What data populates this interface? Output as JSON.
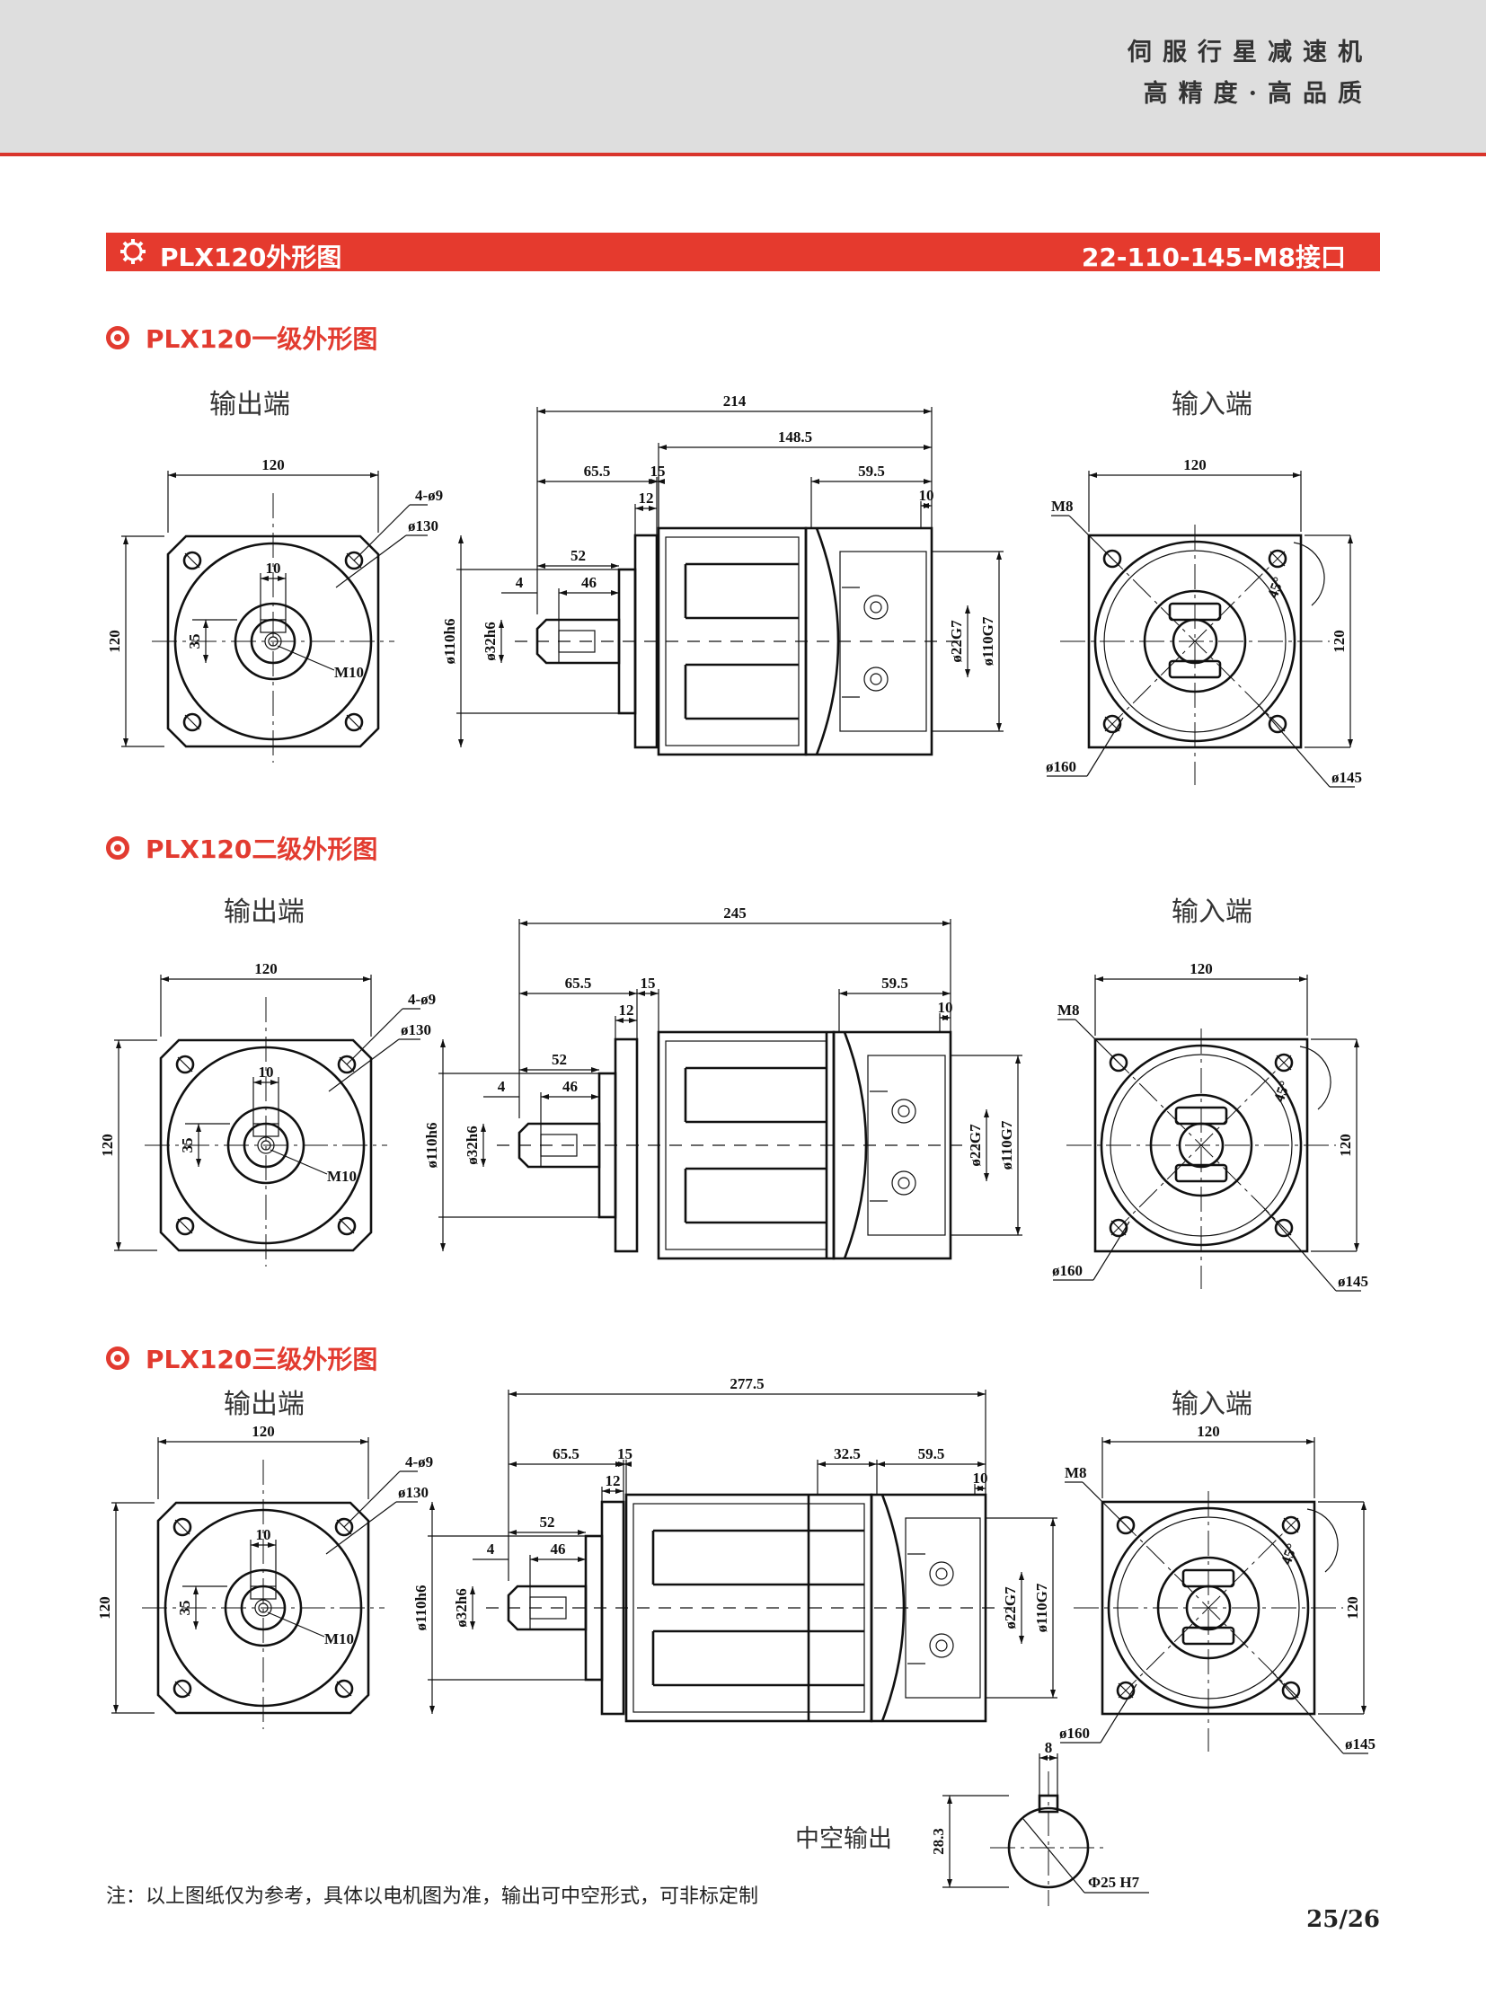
{
  "header": {
    "line1": "伺服行星减速机",
    "line2": "高精度·高品质"
  },
  "banner": {
    "title": "PLX120外形图",
    "interface": "22-110-145-M8接口"
  },
  "sections": [
    {
      "title": "PLX120一级外形图",
      "output_label": "输出端",
      "input_label": "输入端",
      "length": "214",
      "mid_dim": "148.5",
      "mid2_dim": ""
    },
    {
      "title": "PLX120二级外形图",
      "output_label": "输出端",
      "input_label": "输入端",
      "length": "245",
      "mid_dim": "",
      "mid2_dim": ""
    },
    {
      "title": "PLX120三级外形图",
      "output_label": "输出端",
      "input_label": "输入端",
      "length": "277.5",
      "mid_dim": "",
      "mid2_dim": "32.5"
    }
  ],
  "dims": {
    "flange": "120",
    "holes": "4-ø9",
    "pcd": "ø130",
    "key": "10",
    "shaft_h": "35",
    "thread": "M10",
    "d65": "65.5",
    "d15": "15",
    "d12": "12",
    "d52": "52",
    "d46": "46",
    "d4": "4",
    "d595": "59.5",
    "d10": "10",
    "pilot": "ø110h6",
    "shaft": "ø32h6",
    "bore": "ø22G7",
    "in_pilot": "ø110G7",
    "in_flange": "120",
    "in_thread": "M8",
    "angle": "45°",
    "in_d160": "ø160",
    "in_d145": "ø145"
  },
  "hollow": {
    "label": "中空输出",
    "key_w": "8",
    "key_h": "28.3",
    "bore": "Φ25 H7"
  },
  "footnote": "注：以上图纸仅为参考，具体以电机图为准，输出可中空形式，可非标定制",
  "page": "25/26"
}
